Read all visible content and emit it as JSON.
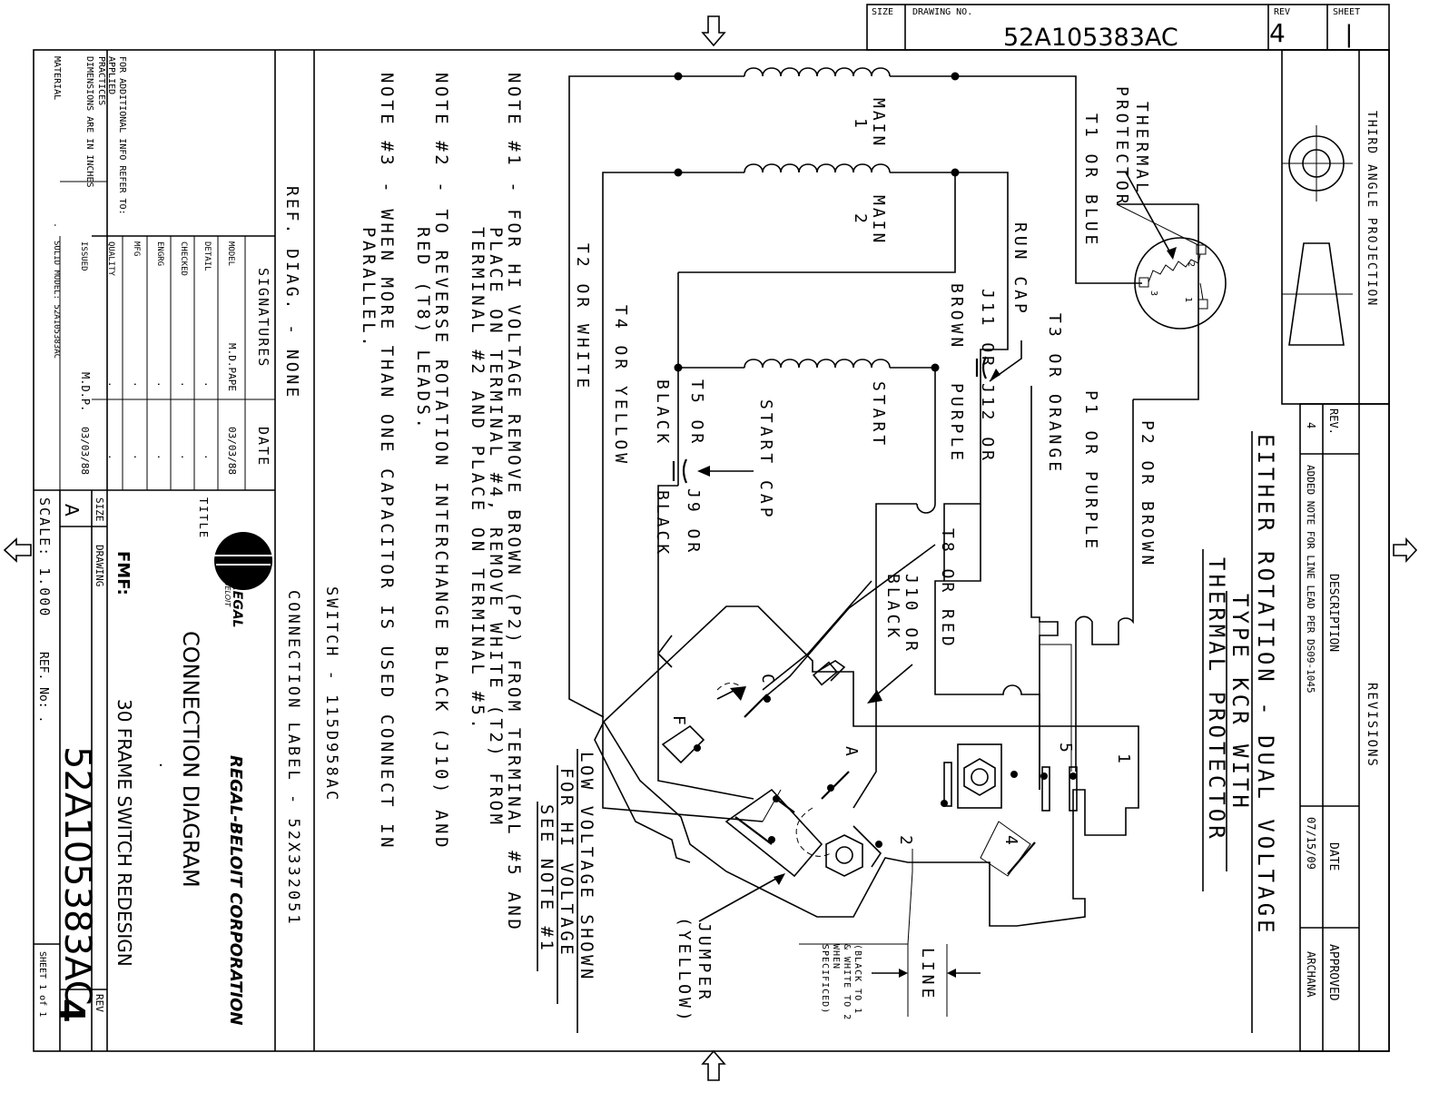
{
  "header": {
    "size_label": "SIZE",
    "drawing_no_label": "DRAWING NO.",
    "drawing_number": "52A105383AC",
    "rev_label": "REV",
    "rev_value": "4",
    "sheet_label": "SHEET",
    "sheet_value": "|"
  },
  "projection": {
    "label": "THIRD ANGLE PROJECTION"
  },
  "revisions": {
    "title": "REVISIONS",
    "col_rev": "REV.",
    "col_description": "DESCRIPTION",
    "col_date": "DATE",
    "col_approved": "APPROVED",
    "rows": [
      {
        "rev": "4",
        "description": "ADDED NOTE FOR LINE LEAD PER DS09-1045",
        "date": "07/15/09",
        "approved": "ARCHANA"
      }
    ]
  },
  "title_block": {
    "info_line1": "FOR ADDITIONAL INFO REFER TO:",
    "info_line2": "APPLIED",
    "info_line3": "PRACTICES",
    "info_line4": "DIMENSIONS ARE IN INCHES",
    "material_label": "MATERIAL",
    "material_value": ".",
    "solid_model": "SOLID MODEL: 52A105383AC",
    "signatures_label": "SIGNATURES",
    "date_label": "DATE",
    "roles": [
      {
        "role": "MODEL",
        "name": "M.D.PAPE",
        "date": "03/03/88"
      },
      {
        "role": "DETAIL",
        "name": ".",
        "date": "."
      },
      {
        "role": "CHECKED",
        "name": ".",
        "date": "."
      },
      {
        "role": "ENGRG",
        "name": ".",
        "date": "."
      },
      {
        "role": "MFG",
        "name": ".",
        "date": "."
      },
      {
        "role": "QUALITY",
        "name": ".",
        "date": "."
      },
      {
        "role": "ISSUED",
        "name": "M.D.P.",
        "date": "03/03/88"
      }
    ],
    "title_label": "TITLE",
    "company_full": "REGAL-BELOIT CORPORATION",
    "logo_word1": "REGAL",
    "logo_word2": "BELOIT",
    "title_line1": "CONNECTION DIAGRAM",
    "title_dot": ".",
    "title_line2": "30 FRAME SWITCH REDESIGN",
    "fmf": "FMF:",
    "size_label": "SIZE",
    "size_value": "A",
    "drawing_label": "DRAWING",
    "drawing_number": "52A105383AC",
    "rev_label": "REV",
    "rev_value": "4",
    "scale": "SCALE: 1.000",
    "ref_no": "REF. No: .",
    "sheet": "SHEET 1 of 1",
    "ref_diag": "REF. DIAG. - NONE",
    "switch": "SWITCH - 115D958AC",
    "connection_label": "CONNECTION LABEL - 52X332051"
  },
  "notes": [
    {
      "line1": "NOTE #1 - FOR HI VOLTAGE REMOVE BROWN (P2) FROM TERMINAL #5 AND",
      "line2": "PLACE ON TERMINAL #4, REMOVE WHITE (T2) FROM",
      "line3": "TERMINAL #2 AND PLACE ON TERMINAL #5."
    },
    {
      "line1": "NOTE #2 - TO REVERSE ROTATION INTERCHANGE BLACK (J10) AND",
      "line2": "RED (T8) LEADS.",
      "line3": ""
    },
    {
      "line1": "NOTE #3 - WHEN MORE THAN ONE CAPACITOR IS USED CONNECT IN",
      "line2": "PARALLEL.",
      "line3": ""
    }
  ],
  "heading": {
    "line1": "EITHER ROTATION - DUAL VOLTAGE",
    "line2": "TYPE KCR WITH",
    "line3": "THERMAL PROTECTOR"
  },
  "low_voltage": {
    "line1": "LOW VOLTAGE SHOWN",
    "line2": "FOR HI VOLTAGE",
    "line3": "SEE NOTE #1"
  },
  "labels": {
    "main1_a": "MAIN",
    "main1_b": "1",
    "main2_a": "MAIN",
    "main2_b": "2",
    "start": "START",
    "run_cap": "RUN CAP",
    "start_cap": "START CAP",
    "thermal_1": "THERMAL",
    "thermal_2": "PROTECTOR",
    "thermal_3": "T1 OR BLUE",
    "t3": "T3 OR ORANGE",
    "p1": "P1 OR PURPLE",
    "p2": "P2 OR BROWN",
    "t2": "T2 OR WHITE",
    "t4": "T4 OR YELLOW",
    "t5_1": "T5 OR",
    "t5_2": "BLACK",
    "j9_1": "J9 OR",
    "j9_2": "BLACK",
    "j11_1": "J11 OR",
    "j11_2": "BROWN",
    "j12_1": "J12 OR",
    "j12_2": "PURPLE",
    "t8": "T8 OR RED",
    "j10_1": "J10 OR",
    "j10_2": "BLACK",
    "jumper_1": "JUMPER",
    "jumper_2": "(YELLOW)",
    "line": "LINE",
    "note_small_1": "(BLACK TO 1",
    "note_small_2": "& WHITE TO 2",
    "note_small_3": "WHEN",
    "note_small_4": "SPECIFICED)",
    "term_c": "C",
    "term_f": "F",
    "term_a": "A",
    "term_2": "2",
    "term_4": "4",
    "term_5": "5",
    "term_1": "1",
    "tp_1": "1",
    "tp_2": "2",
    "tp_3": "3"
  }
}
